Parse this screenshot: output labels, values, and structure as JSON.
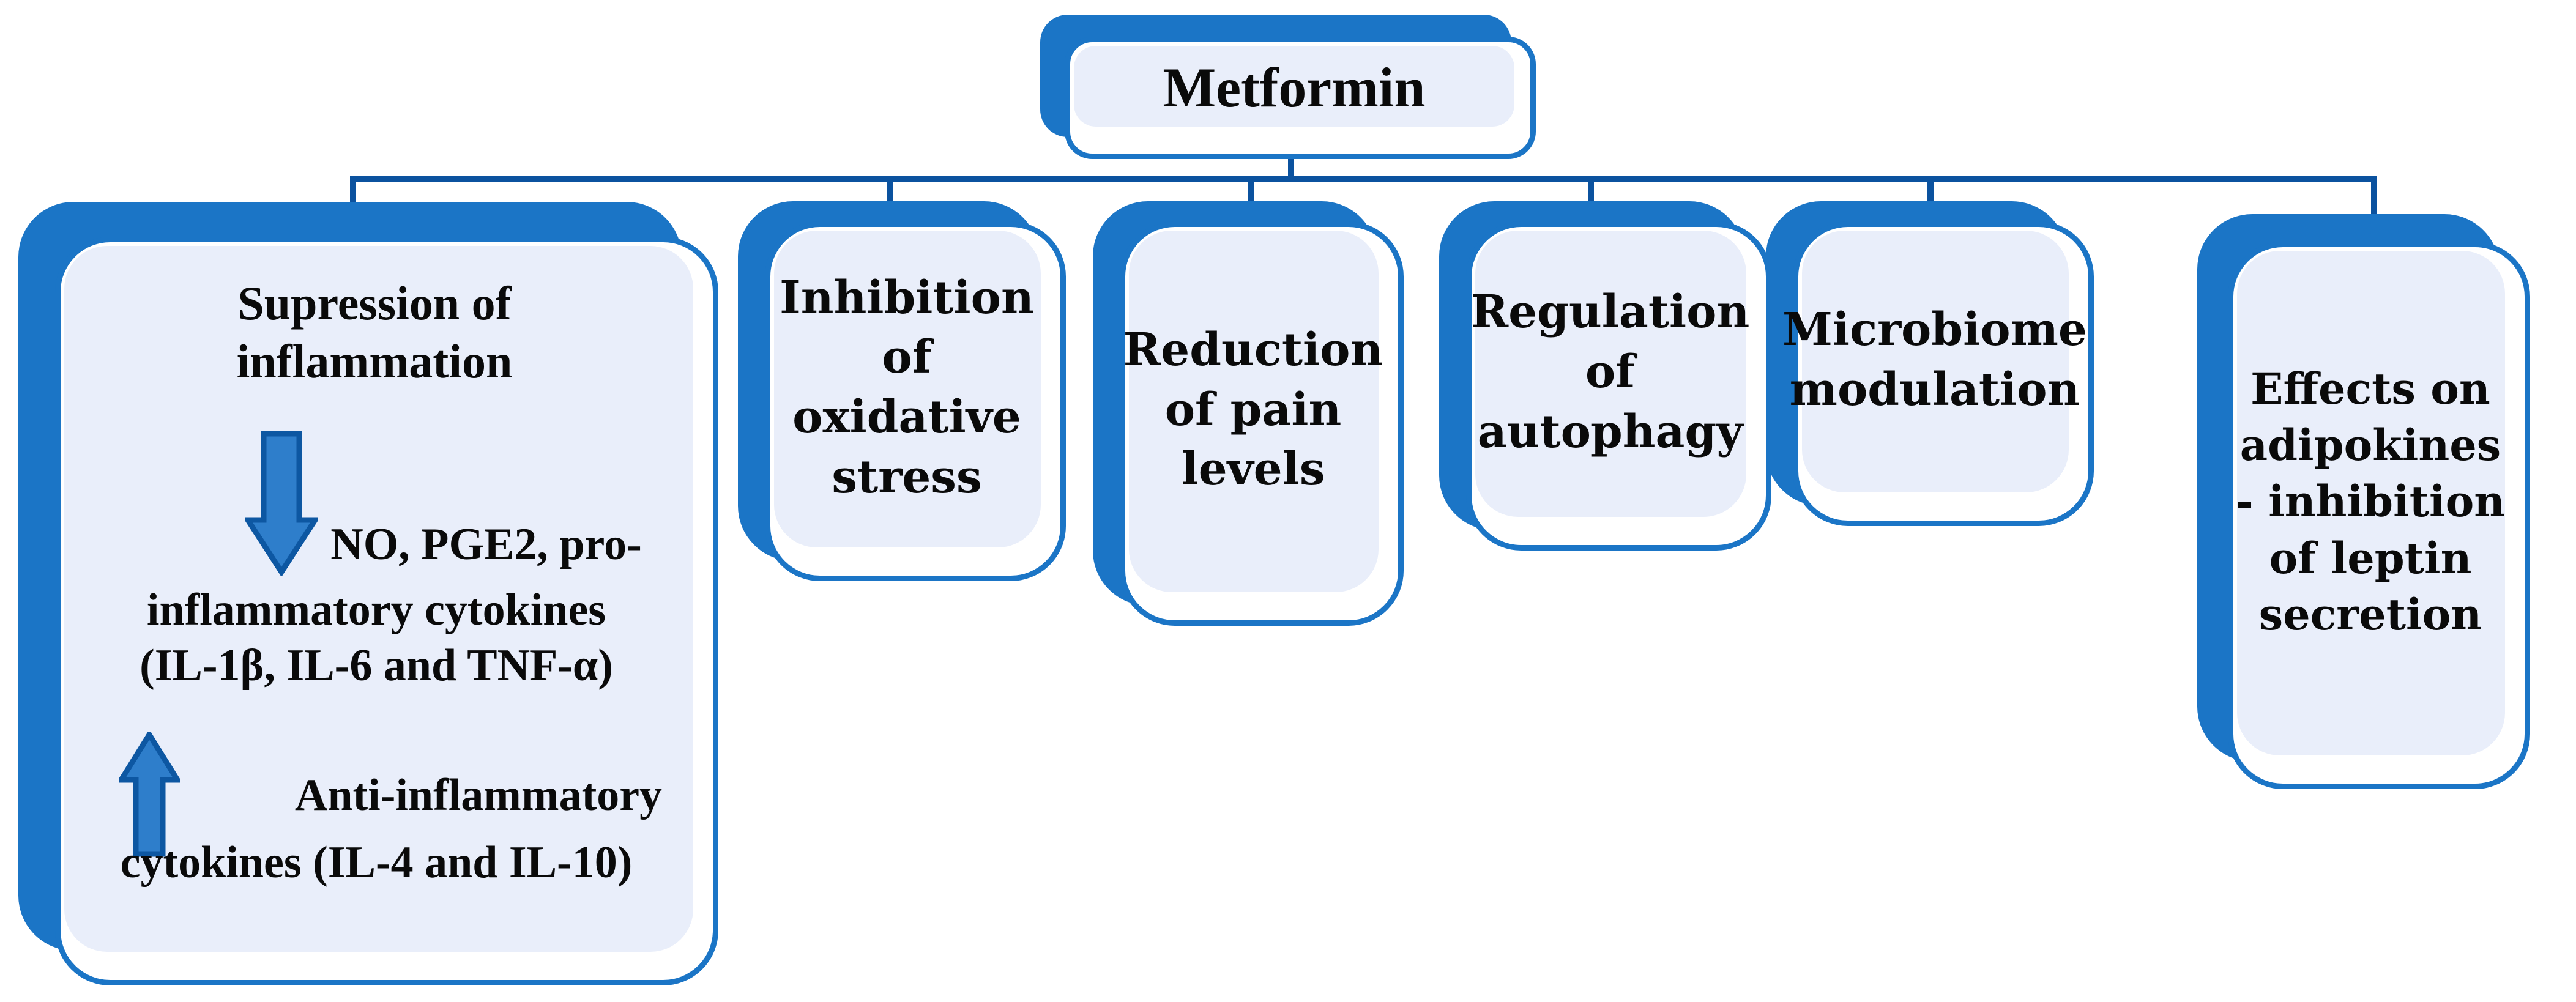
{
  "colors": {
    "accent": "#1b75c6",
    "line": "#0b529f",
    "box-fill": "#e9eefa",
    "arrow-fill": "#2e7ecb",
    "arrow-stroke": "#0d57a2",
    "text": "#0a0a0a",
    "canvas-bg": "#ffffff"
  },
  "root": {
    "label": "Metformin"
  },
  "branches": [
    {
      "name": "suppression-of-inflammation",
      "title": "Supression of\ninflammation",
      "decreased": {
        "icon": "down-arrow-icon",
        "line1": "NO, PGE2, pro-",
        "rest": "inflammatory cytokines\n(IL-1β, IL-6 and TNF-α)"
      },
      "increased": {
        "icon": "up-arrow-icon",
        "line1": "Anti-inflammatory",
        "line2": "cytokines (IL-4 and IL-10)"
      }
    },
    {
      "name": "inhibition-of-oxidative-stress",
      "label": "Inhibition\nof\noxidative\nstress"
    },
    {
      "name": "reduction-of-pain-levels",
      "label": "Reduction\nof pain\nlevels"
    },
    {
      "name": "regulation-of-autophagy",
      "label": "Regulation\nof\nautophagy"
    },
    {
      "name": "microbiome-modulation",
      "label": "Microbiome\nmodulation"
    },
    {
      "name": "effects-on-adipokines",
      "label": "Effects on\nadipokines\n- inhibition\nof leptin\nsecretion"
    }
  ]
}
